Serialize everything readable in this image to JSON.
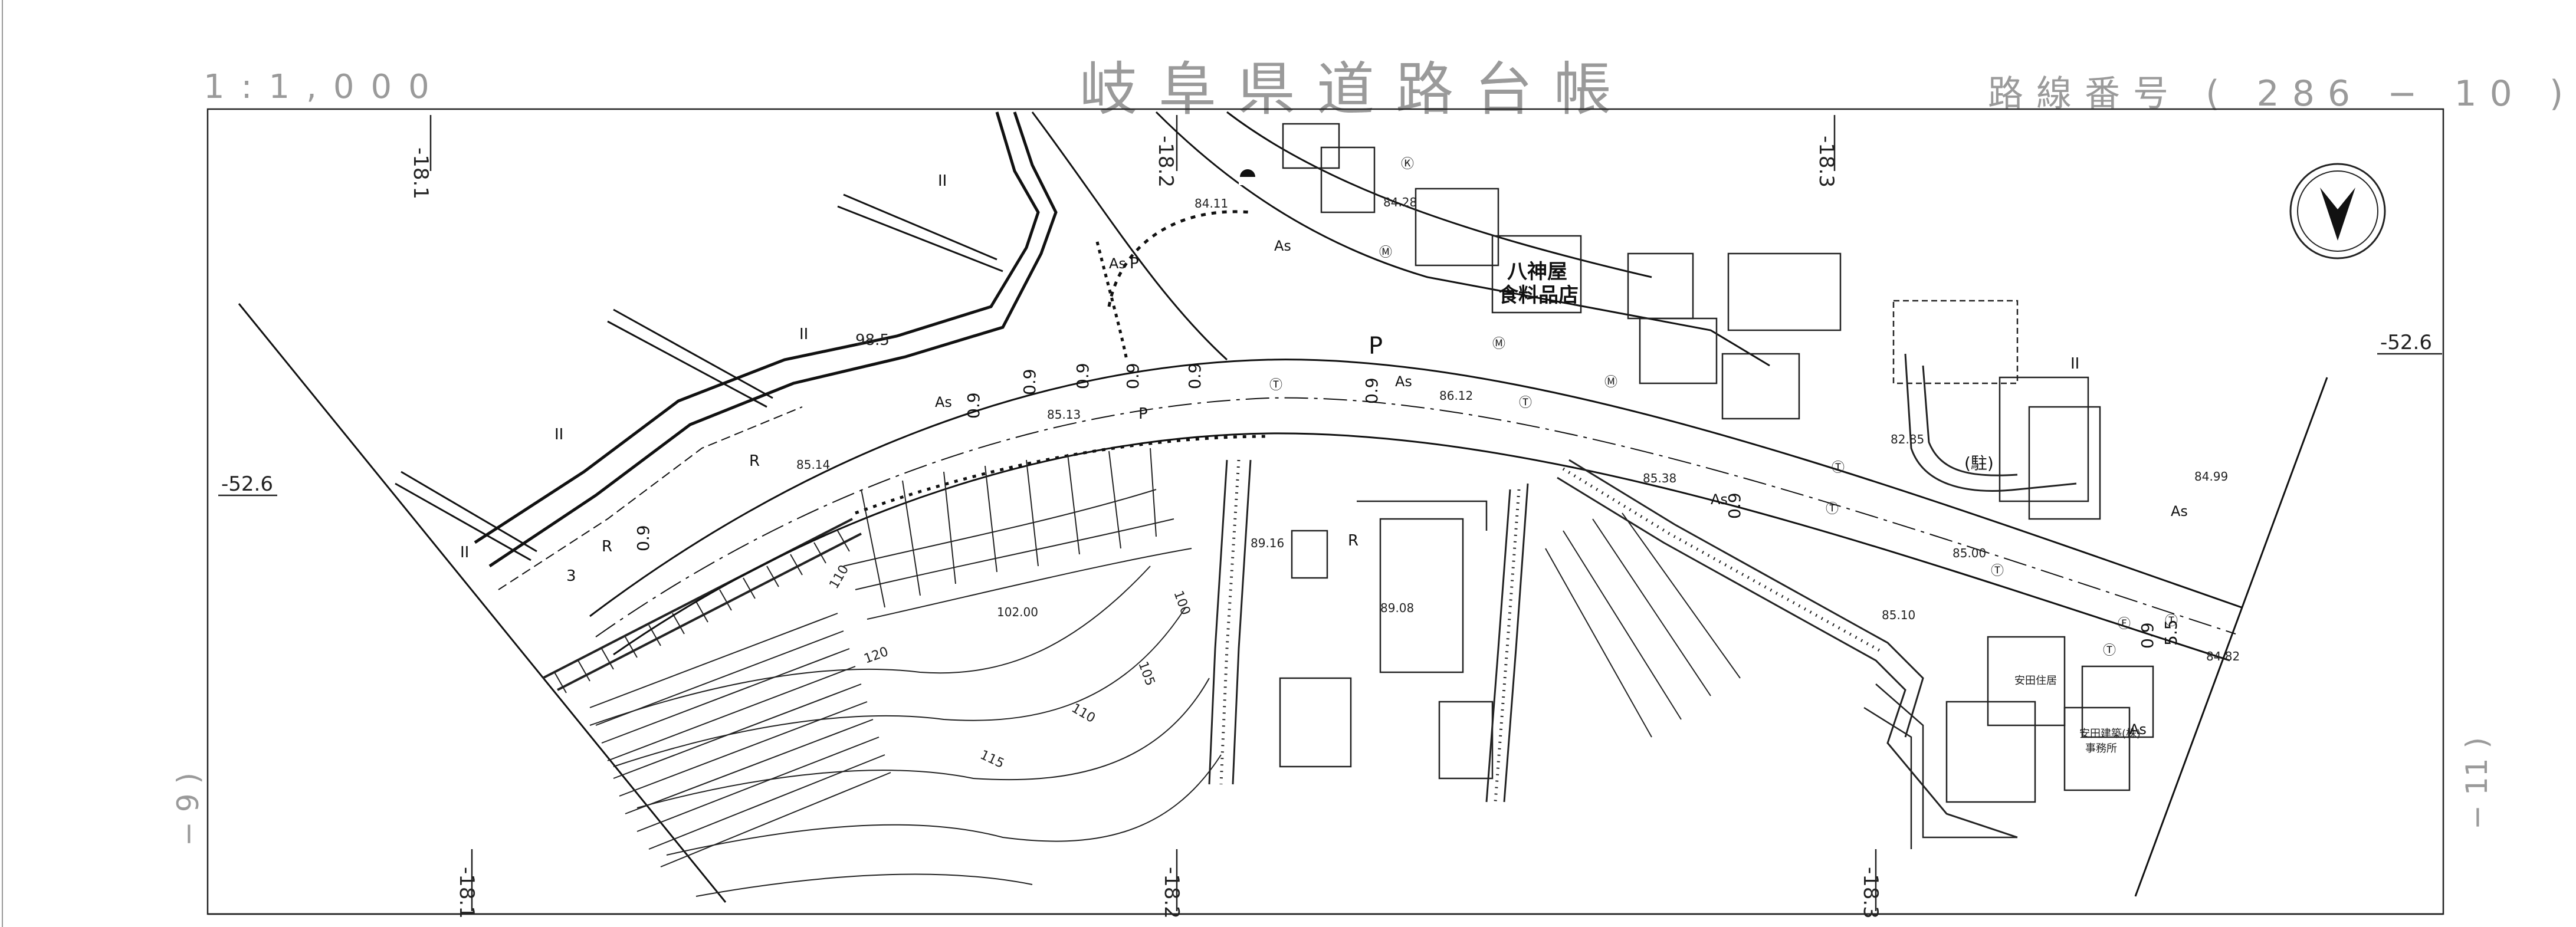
{
  "header": {
    "scale": "1:1,000",
    "title": "岐阜県道路台帳",
    "route_label": "路線番号",
    "route_number": "( 286 − 10 )"
  },
  "sheet_refs": {
    "left": "− 9 )",
    "right": "− 11 )"
  },
  "grid_labels": {
    "top": [
      "-18.1",
      "-18.2",
      "-18.3"
    ],
    "bottom": [
      "-18.1",
      "-18.2",
      "-18.3"
    ],
    "left": "-52.6",
    "right": "-52.6"
  },
  "buildings": {
    "store": [
      "八神屋",
      "食料品店"
    ],
    "parking": "(駐)",
    "small_labels": [
      "安田住居",
      "安田建築(株)",
      "事務所"
    ]
  },
  "elevations": [
    "84.11",
    "84.28",
    "86.12",
    "85.13",
    "85.14",
    "85.38",
    "82.85",
    "84.99",
    "85.00",
    "85.10",
    "84.82",
    "89.16",
    "89.08",
    "102.00",
    "98.5"
  ],
  "contours": [
    "100",
    "105",
    "110",
    "115",
    "120",
    "110"
  ],
  "surface_labels": [
    "As",
    "As",
    "As",
    "As",
    "As",
    "As",
    "As"
  ],
  "station_labels": [
    "0.9",
    "0.9",
    "0.9",
    "0.9",
    "0.9",
    "0.9",
    "0.9",
    "0.9",
    "0.9",
    "5.5"
  ],
  "misc_labels": [
    "II",
    "II",
    "II",
    "II",
    "II",
    "P",
    "P",
    "R",
    "R",
    "R",
    "3",
    "P"
  ],
  "symbols": {
    "telephone": "Ⓣ",
    "manhole": "Ⓜ",
    "fire_hydrant": "Ⓕ",
    "kiln": "Ⓚ"
  },
  "north_arrow": "north-arrow"
}
